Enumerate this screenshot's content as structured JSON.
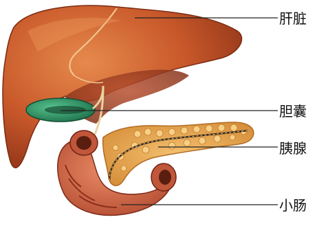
{
  "labels": {
    "liver": "肝脏",
    "gallbladder": "胆囊",
    "pancreas": "胰腺",
    "small_intestine": "小肠"
  },
  "colors": {
    "liver": "#c8582a",
    "liver_dark": "#9c3e1c",
    "gallbladder": "#2f9a6a",
    "pancreas": "#e8a94a",
    "intestine": "#d26a4a",
    "leader_line": "#222222"
  }
}
